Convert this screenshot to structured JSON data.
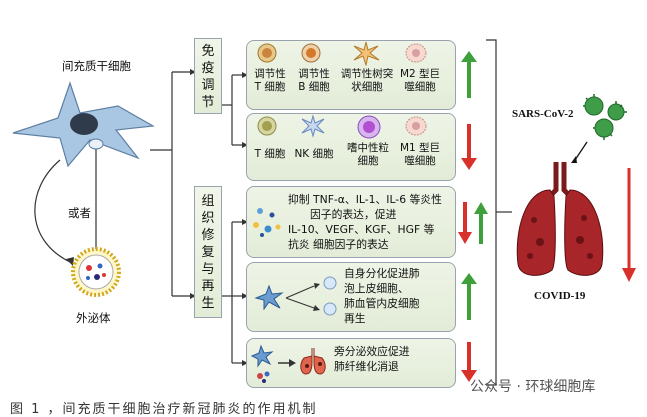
{
  "left": {
    "stem_cell_label": "间充质干细胞",
    "or_label": "或者",
    "exosome_label": "外泌体"
  },
  "branches": {
    "immune": {
      "label_chars": [
        "免",
        "疫",
        "调",
        "节"
      ]
    },
    "repair": {
      "label_chars": [
        "组",
        "织",
        "修",
        "复",
        "与",
        "再",
        "生"
      ]
    }
  },
  "immune_up": {
    "cells": [
      {
        "line1": "调节性",
        "line2": "T 细胞",
        "icon": "round-cell-icon"
      },
      {
        "line1": "调节性",
        "line2": "B 细胞",
        "icon": "round-cell-icon"
      },
      {
        "line1": "调节性树突",
        "line2": "状细胞",
        "icon": "dendritic-cell-icon"
      },
      {
        "line1": "M2 型巨",
        "line2": "噬细胞",
        "icon": "macrophage-icon"
      }
    ],
    "trend": "up"
  },
  "immune_down": {
    "cells": [
      {
        "line1": "T 细胞",
        "line2": "",
        "icon": "round-cell-icon"
      },
      {
        "line1": "NK 细胞",
        "line2": "",
        "icon": "nk-cell-icon"
      },
      {
        "line1": "嗜中性粒",
        "line2": "细胞",
        "icon": "neutrophil-icon"
      },
      {
        "line1": "M1 型巨",
        "line2": "噬细胞",
        "icon": "macrophage-icon"
      }
    ],
    "trend": "down"
  },
  "repair_panels": [
    {
      "lines": [
        "抑制 TNF-α、IL-1、IL-6 等炎性",
        "因子的表达，促进",
        "IL-10、VEGF、KGF、HGF 等",
        "抗炎 细胞因子的表达"
      ]
    },
    {
      "lines": [
        "自身分化促进肺",
        "泡上皮细胞、",
        "肺血管内皮细胞",
        "再生"
      ]
    },
    {
      "lines": [
        "旁分泌效应促进",
        "肺纤维化消退"
      ]
    }
  ],
  "right": {
    "virus_label": "SARS-CoV-2",
    "disease_label": "COVID-19"
  },
  "watermark": "公众号 · 环球细胞库",
  "bottom_text": "图 1 ，间充质干细胞治疗新冠肺炎的作用机制"
}
